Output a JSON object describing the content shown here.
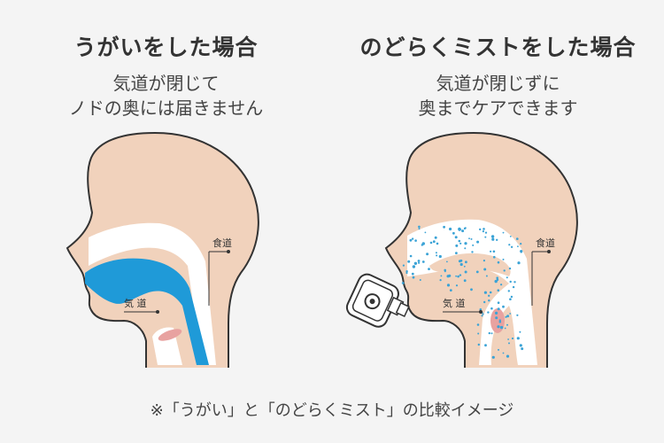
{
  "left": {
    "title": "うがいをした場合",
    "subtitle": [
      "気道が閉じて",
      "ノドの奥には届きません"
    ],
    "labels": {
      "esophagus": "食道",
      "airway": "気 道"
    }
  },
  "right": {
    "title": "のどらくミストをした場合",
    "subtitle": [
      "気道が閉じずに",
      "奥までケアできます"
    ],
    "labels": {
      "esophagus": "食道",
      "airway": "気 道"
    }
  },
  "caption": "※「うがい」と「のどらくミスト」の比較イメージ",
  "colors": {
    "background": "#f4f4f4",
    "skin": "#f1d2bc",
    "inner": "#ffffff",
    "liquid": "#1f9ad8",
    "mist": "#3ba3d6",
    "throat": "#e8a2a0",
    "outline": "#333333"
  }
}
